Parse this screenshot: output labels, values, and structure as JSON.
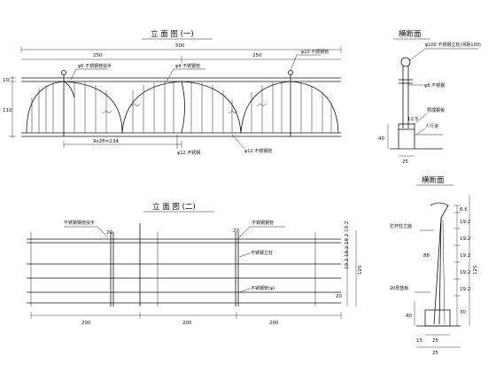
{
  "views": {
    "elevation1": {
      "title": "立 面 图 (一)",
      "dim_total": "500",
      "dim_left": "250",
      "dim_right": "250",
      "dim_spacing": "9x26=234",
      "dim_height_top": "10",
      "dim_height_main": "110",
      "labels": {
        "post_top": "φ10 不锈钢管",
        "arc_a": "φ6 不锈钢管扶手",
        "arc_b": "φ4 不锈钢管",
        "bottom_a": "φ12 不锈钢",
        "bottom_b": "φ12 不锈钢管"
      }
    },
    "section1": {
      "title": "横断面",
      "labels": {
        "top": "φ100 不锈钢立柱(间距100)",
        "mid": "φ8 不锈钢",
        "plate": "预埋钢板",
        "base": "人行道"
      },
      "dims": {
        "d40": "40",
        "d25": "25",
        "d125": "12.5"
      }
    },
    "elevation2": {
      "title": "立 面 图 (二)",
      "labels": {
        "a": "不锈钢钢管扶手",
        "b": "不锈钢钢管",
        "c": "不锈钢立柱",
        "d": "不锈钢管(φ)"
      },
      "dims": {
        "d200a": "200",
        "d200b": "200",
        "d200c": "200",
        "d20a": "20",
        "d20b": "20",
        "d20c": "20",
        "d125": "125",
        "right_stack": "19.2 19.2 19.2 19.2"
      }
    },
    "section2": {
      "title": "横断面",
      "labels": {
        "a": "栏杆柱立面",
        "b": "20厚垫板"
      },
      "dims": {
        "r1": "6.5",
        "r2": "19.2",
        "r3": "19.2",
        "r4": "19.2",
        "r5": "19.2",
        "r6": "19.2",
        "r7": "30",
        "total": "125",
        "h88": "88",
        "h40": "40",
        "w25": "25",
        "w25b": "25",
        "w15": "15"
      }
    }
  }
}
